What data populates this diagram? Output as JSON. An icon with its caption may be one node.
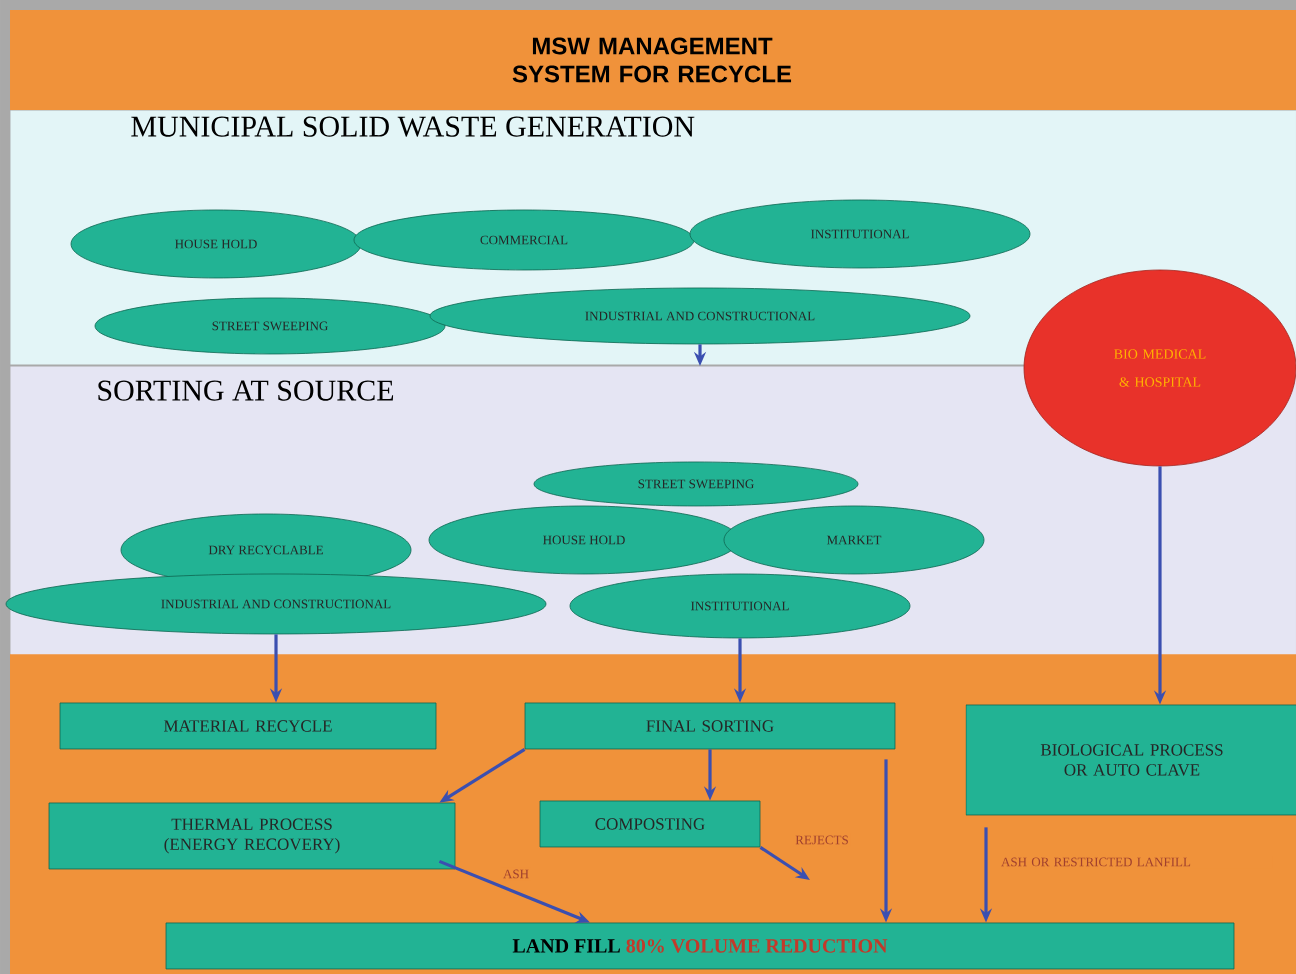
{
  "diagram": {
    "title": "MSW MANAGEMENT SYSTEM FOR RECYCLE",
    "nodes": [
      {
        "text": [
          "MUNICIPAL SOLID WASTE GENERATION"
        ]
      },
      {
        "text": [
          "HOUSE HOLD"
        ],
        "in": 0
      },
      {
        "text": [
          "COMMERCIAL"
        ],
        "in": 0
      },
      {
        "text": [
          "INSTITUTIONAL"
        ],
        "in": 0
      },
      {
        "text": [
          "STREET SWEEPING"
        ],
        "in": 0
      },
      {
        "text": [
          "INDUSTRIAL AND CONSTRUCTIONAL"
        ],
        "in": 0
      },
      {
        "text": [
          "SORTING AT SOURCE"
        ]
      },
      {
        "text": [
          "STREET SWEEPING"
        ],
        "in": 6
      },
      {
        "text": [
          "DRY RECYCLABLE"
        ],
        "in": 6
      },
      {
        "text": [
          "HOUSE HOLD"
        ],
        "in": 6
      },
      {
        "text": [
          "MARKET"
        ],
        "in": 6
      },
      {
        "text": [
          "INDUSTRIAL AND CONSTRUCTIONAL"
        ],
        "in": 6
      },
      {
        "text": [
          "INSTITUTIONAL"
        ],
        "in": 6
      },
      {
        "text": [
          "BIO MEDICAL & HOSPITAL"
        ]
      },
      {
        "text": [
          "MATERIAL RECYCLE"
        ]
      },
      {
        "text": [
          "FINAL SORTING"
        ]
      },
      {
        "text": [
          "BIOLOGICAL PROCESS OR AUTO CLAVE"
        ]
      },
      {
        "text": [
          "THERMAL PROCESS (ENERGY RECOVERY)"
        ]
      },
      {
        "text": [
          "COMPOSTING"
        ]
      },
      {
        "text": [
          "LAND FILL",
          "80% VOLUME REDUCTION"
        ]
      }
    ],
    "edges": [
      {
        "from": 5,
        "to": 6,
        "arrow": "to"
      },
      {
        "from": 11,
        "to": 14,
        "arrow": "to"
      },
      {
        "from": 12,
        "to": 15,
        "arrow": "to"
      },
      {
        "from": 13,
        "to": 16,
        "arrow": "to"
      },
      {
        "from": 15,
        "to": 17,
        "arrow": "to"
      },
      {
        "from": 15,
        "to": 18,
        "arrow": "to"
      },
      {
        "from": 15,
        "to": 19,
        "arrow": "to"
      },
      {
        "from": 17,
        "to": 19,
        "arrow": "to",
        "label": "ASH"
      },
      {
        "from": 18,
        "to": null,
        "arrow": "to",
        "label": "REJECTS"
      },
      {
        "from": 16,
        "to": 19,
        "arrow": "to",
        "label": "ASH OR RESTRICTED LANFILL"
      }
    ]
  }
}
